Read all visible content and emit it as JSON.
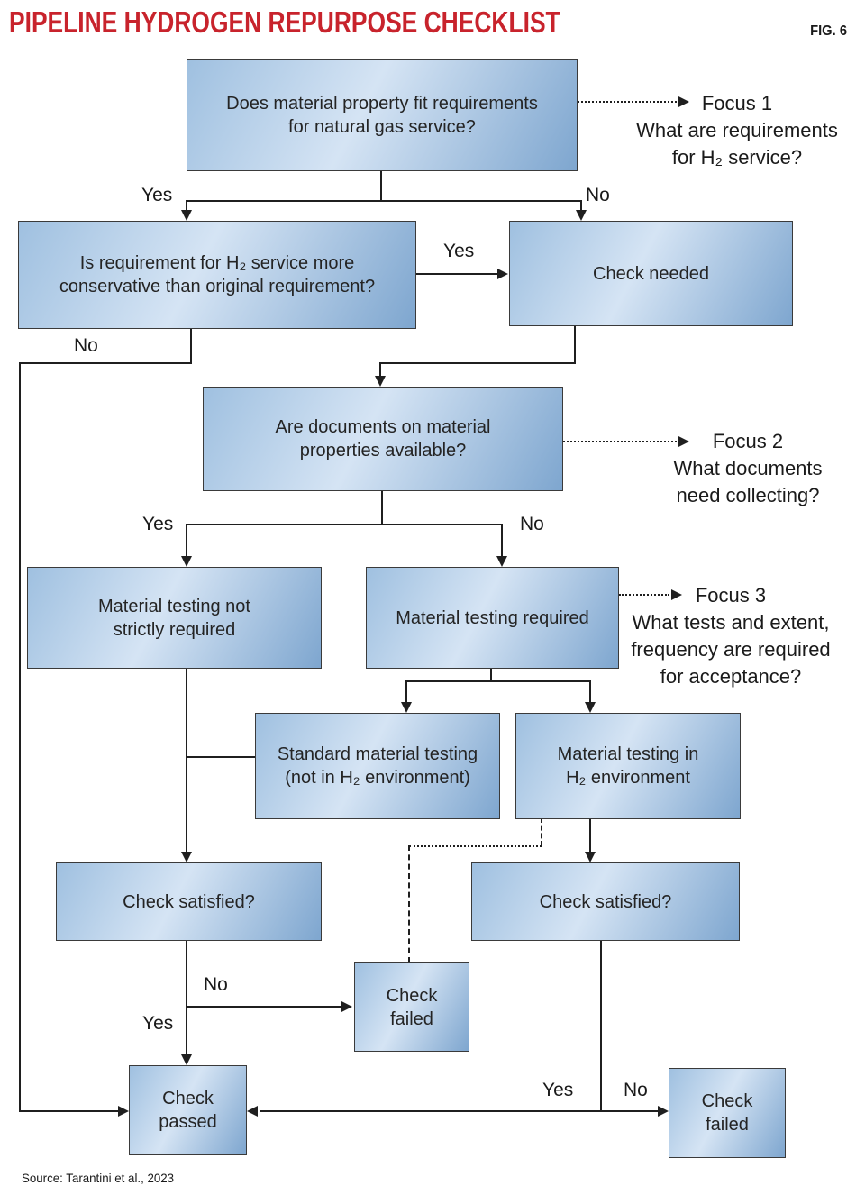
{
  "header": {
    "title": "PIPELINE HYDROGEN REPURPOSE CHECKLIST",
    "figure_label": "FIG. 6"
  },
  "footer": {
    "source": "Source: Tarantini et al., 2023"
  },
  "colors": {
    "title_red": "#c8232c",
    "box_fill_light": "#d5e4f4",
    "box_fill_mid": "#9fc0e0",
    "box_fill_dark": "#7ea6cf",
    "box_border": "#3a3a3a",
    "line": "#1f1f1f"
  },
  "flowchart": {
    "boxes": {
      "material_fit": {
        "lines": [
          "Does material property fit requirements",
          "for natural gas service?"
        ]
      },
      "requirement_conservative": {
        "lines": [
          "Is requirement for H₂ service more",
          "conservative than original requirement?"
        ]
      },
      "check_needed": {
        "lines": [
          "Check needed"
        ]
      },
      "documents_available": {
        "lines": [
          "Are documents on material",
          "properties available?"
        ]
      },
      "testing_not_required": {
        "lines": [
          "Material testing not",
          "strictly required"
        ]
      },
      "testing_required": {
        "lines": [
          "Material testing required"
        ]
      },
      "standard_testing": {
        "lines": [
          "Standard material testing",
          "(not in H₂ environment)"
        ]
      },
      "h2_testing": {
        "lines": [
          "Material testing in",
          "H₂ environment"
        ]
      },
      "check_satisfied_left": {
        "lines": [
          "Check satisfied?"
        ]
      },
      "check_satisfied_right": {
        "lines": [
          "Check satisfied?"
        ]
      },
      "check_failed_mid": {
        "lines": [
          "Check",
          "failed"
        ]
      },
      "check_passed": {
        "lines": [
          "Check",
          "passed"
        ]
      },
      "check_failed_right": {
        "lines": [
          "Check",
          "failed"
        ]
      }
    },
    "edge_labels": {
      "fit_yes": "Yes",
      "fit_no": "No",
      "conservative_yes": "Yes",
      "conservative_no": "No",
      "docs_yes": "Yes",
      "docs_no": "No",
      "satisfied_left_no": "No",
      "satisfied_left_yes": "Yes",
      "satisfied_right_yes": "Yes",
      "satisfied_right_no": "No"
    },
    "focus_notes": {
      "focus1": {
        "lines": [
          "Focus 1",
          "What are requirements",
          "for H₂ service?"
        ]
      },
      "focus2": {
        "lines": [
          "Focus 2",
          "What documents",
          "need collecting?"
        ]
      },
      "focus3": {
        "lines": [
          "Focus 3",
          "What tests and extent,",
          "frequency are required",
          "for acceptance?"
        ]
      }
    }
  }
}
